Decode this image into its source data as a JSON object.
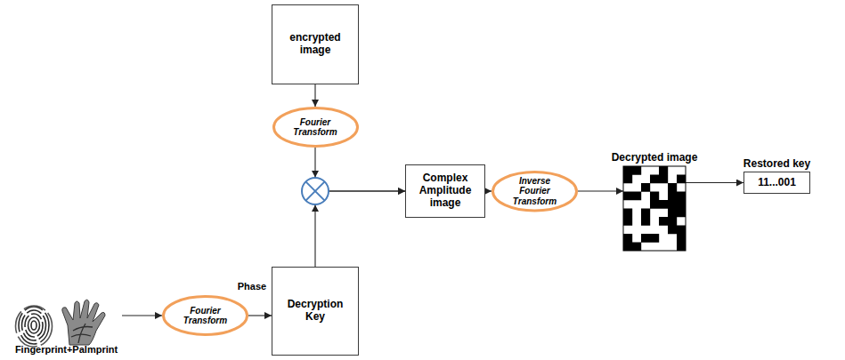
{
  "diagram": {
    "nodes": [
      {
        "text": [
          "encrypted image"
        ]
      },
      {
        "text": [
          "Fourier Transform"
        ]
      },
      {
        "text": [
          "Complex Amplitude image"
        ]
      },
      {
        "text": [
          "Inverse Fourier Transform"
        ]
      },
      {
        "text": [
          "Decrypted image"
        ]
      },
      {
        "text": [
          "Restored key",
          "11...001"
        ]
      },
      {
        "text": [
          "Fingerprint+Palmprint"
        ]
      },
      {
        "text": [
          "Fourier Transform"
        ]
      },
      {
        "text": [
          "Decryption Key"
        ]
      }
    ],
    "edges": [
      {
        "from": 0,
        "to": 1,
        "arrow": "to"
      },
      {
        "from": 1,
        "to": 2,
        "arrow": "to"
      },
      {
        "from": 8,
        "to": 2,
        "arrow": "to"
      },
      {
        "from": 2,
        "to": 3,
        "arrow": "to"
      },
      {
        "from": 3,
        "to": 4,
        "arrow": "to"
      },
      {
        "from": 4,
        "to": 5,
        "arrow": "to"
      },
      {
        "from": 6,
        "to": 7,
        "arrow": "to"
      },
      {
        "from": 7,
        "to": 8,
        "label": "Phase",
        "arrow": "to"
      }
    ]
  }
}
